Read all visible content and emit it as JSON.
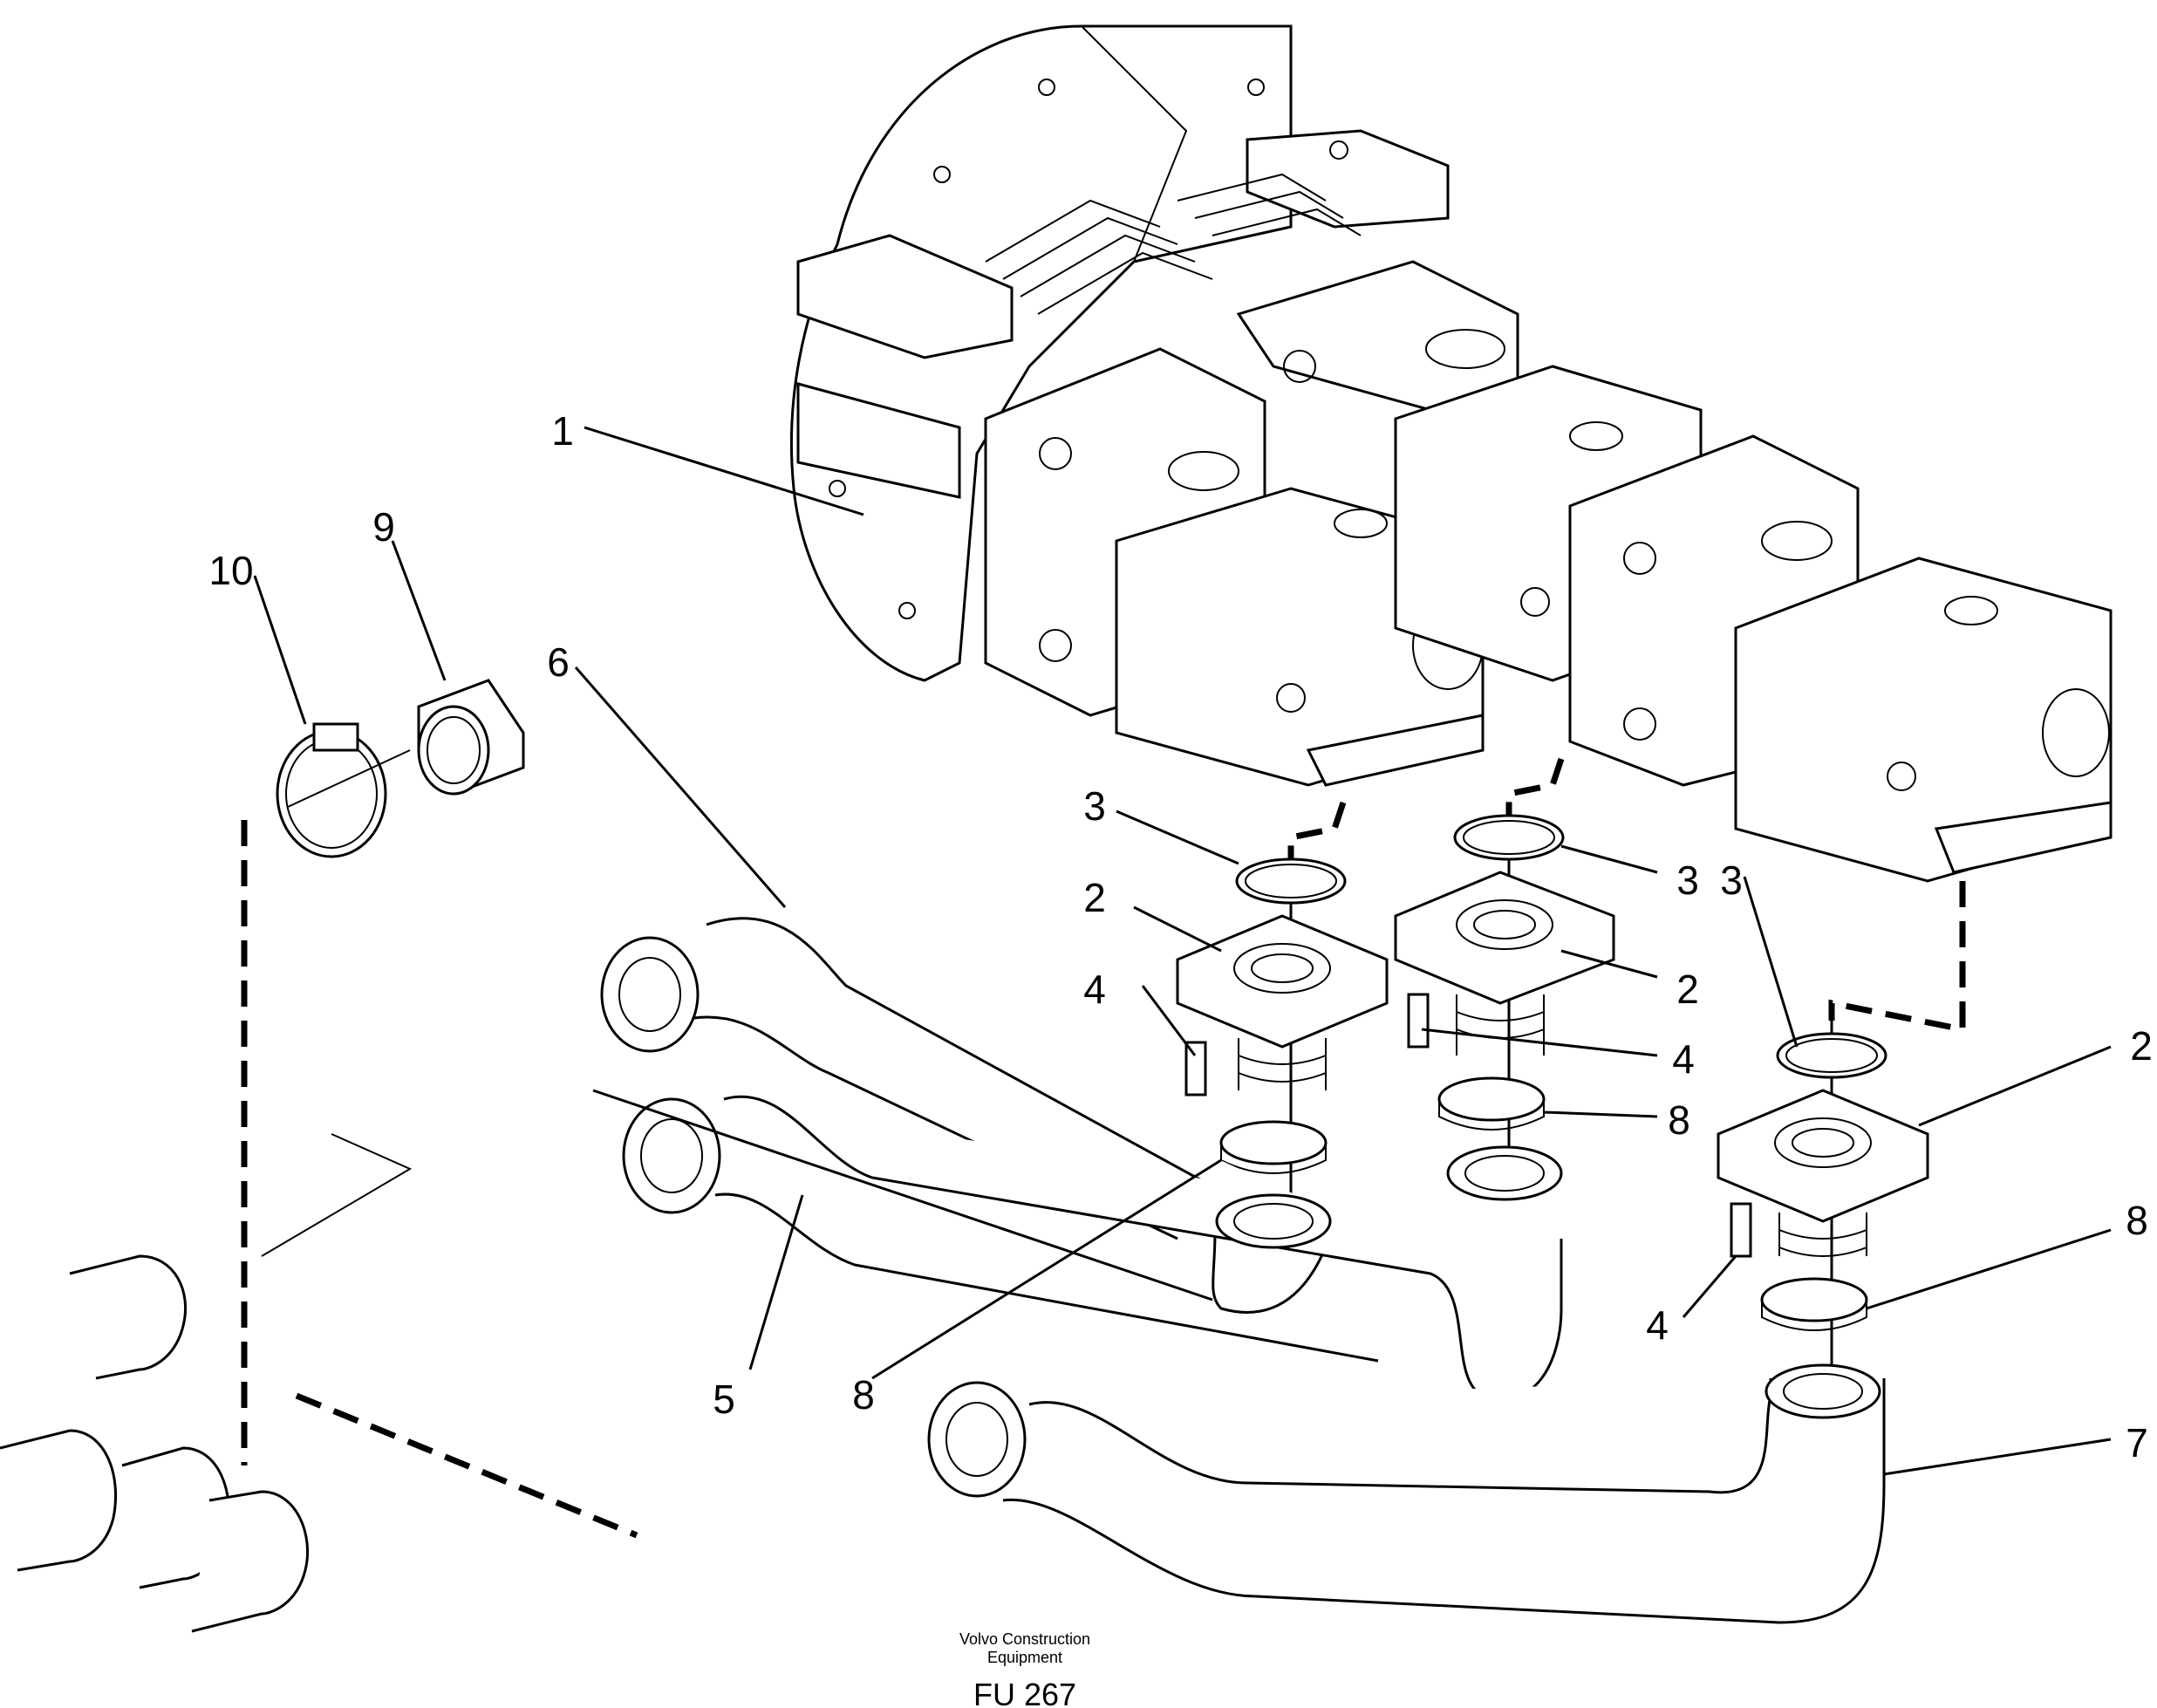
{
  "callouts": [
    "1",
    "2",
    "2",
    "2",
    "3",
    "3",
    "3",
    "4",
    "4",
    "4",
    "5",
    "6",
    "7",
    "8",
    "8",
    "8",
    "9",
    "10"
  ],
  "caption": {
    "line1": "Volvo Construction",
    "line2": "Equipment",
    "code": "FU 267"
  }
}
